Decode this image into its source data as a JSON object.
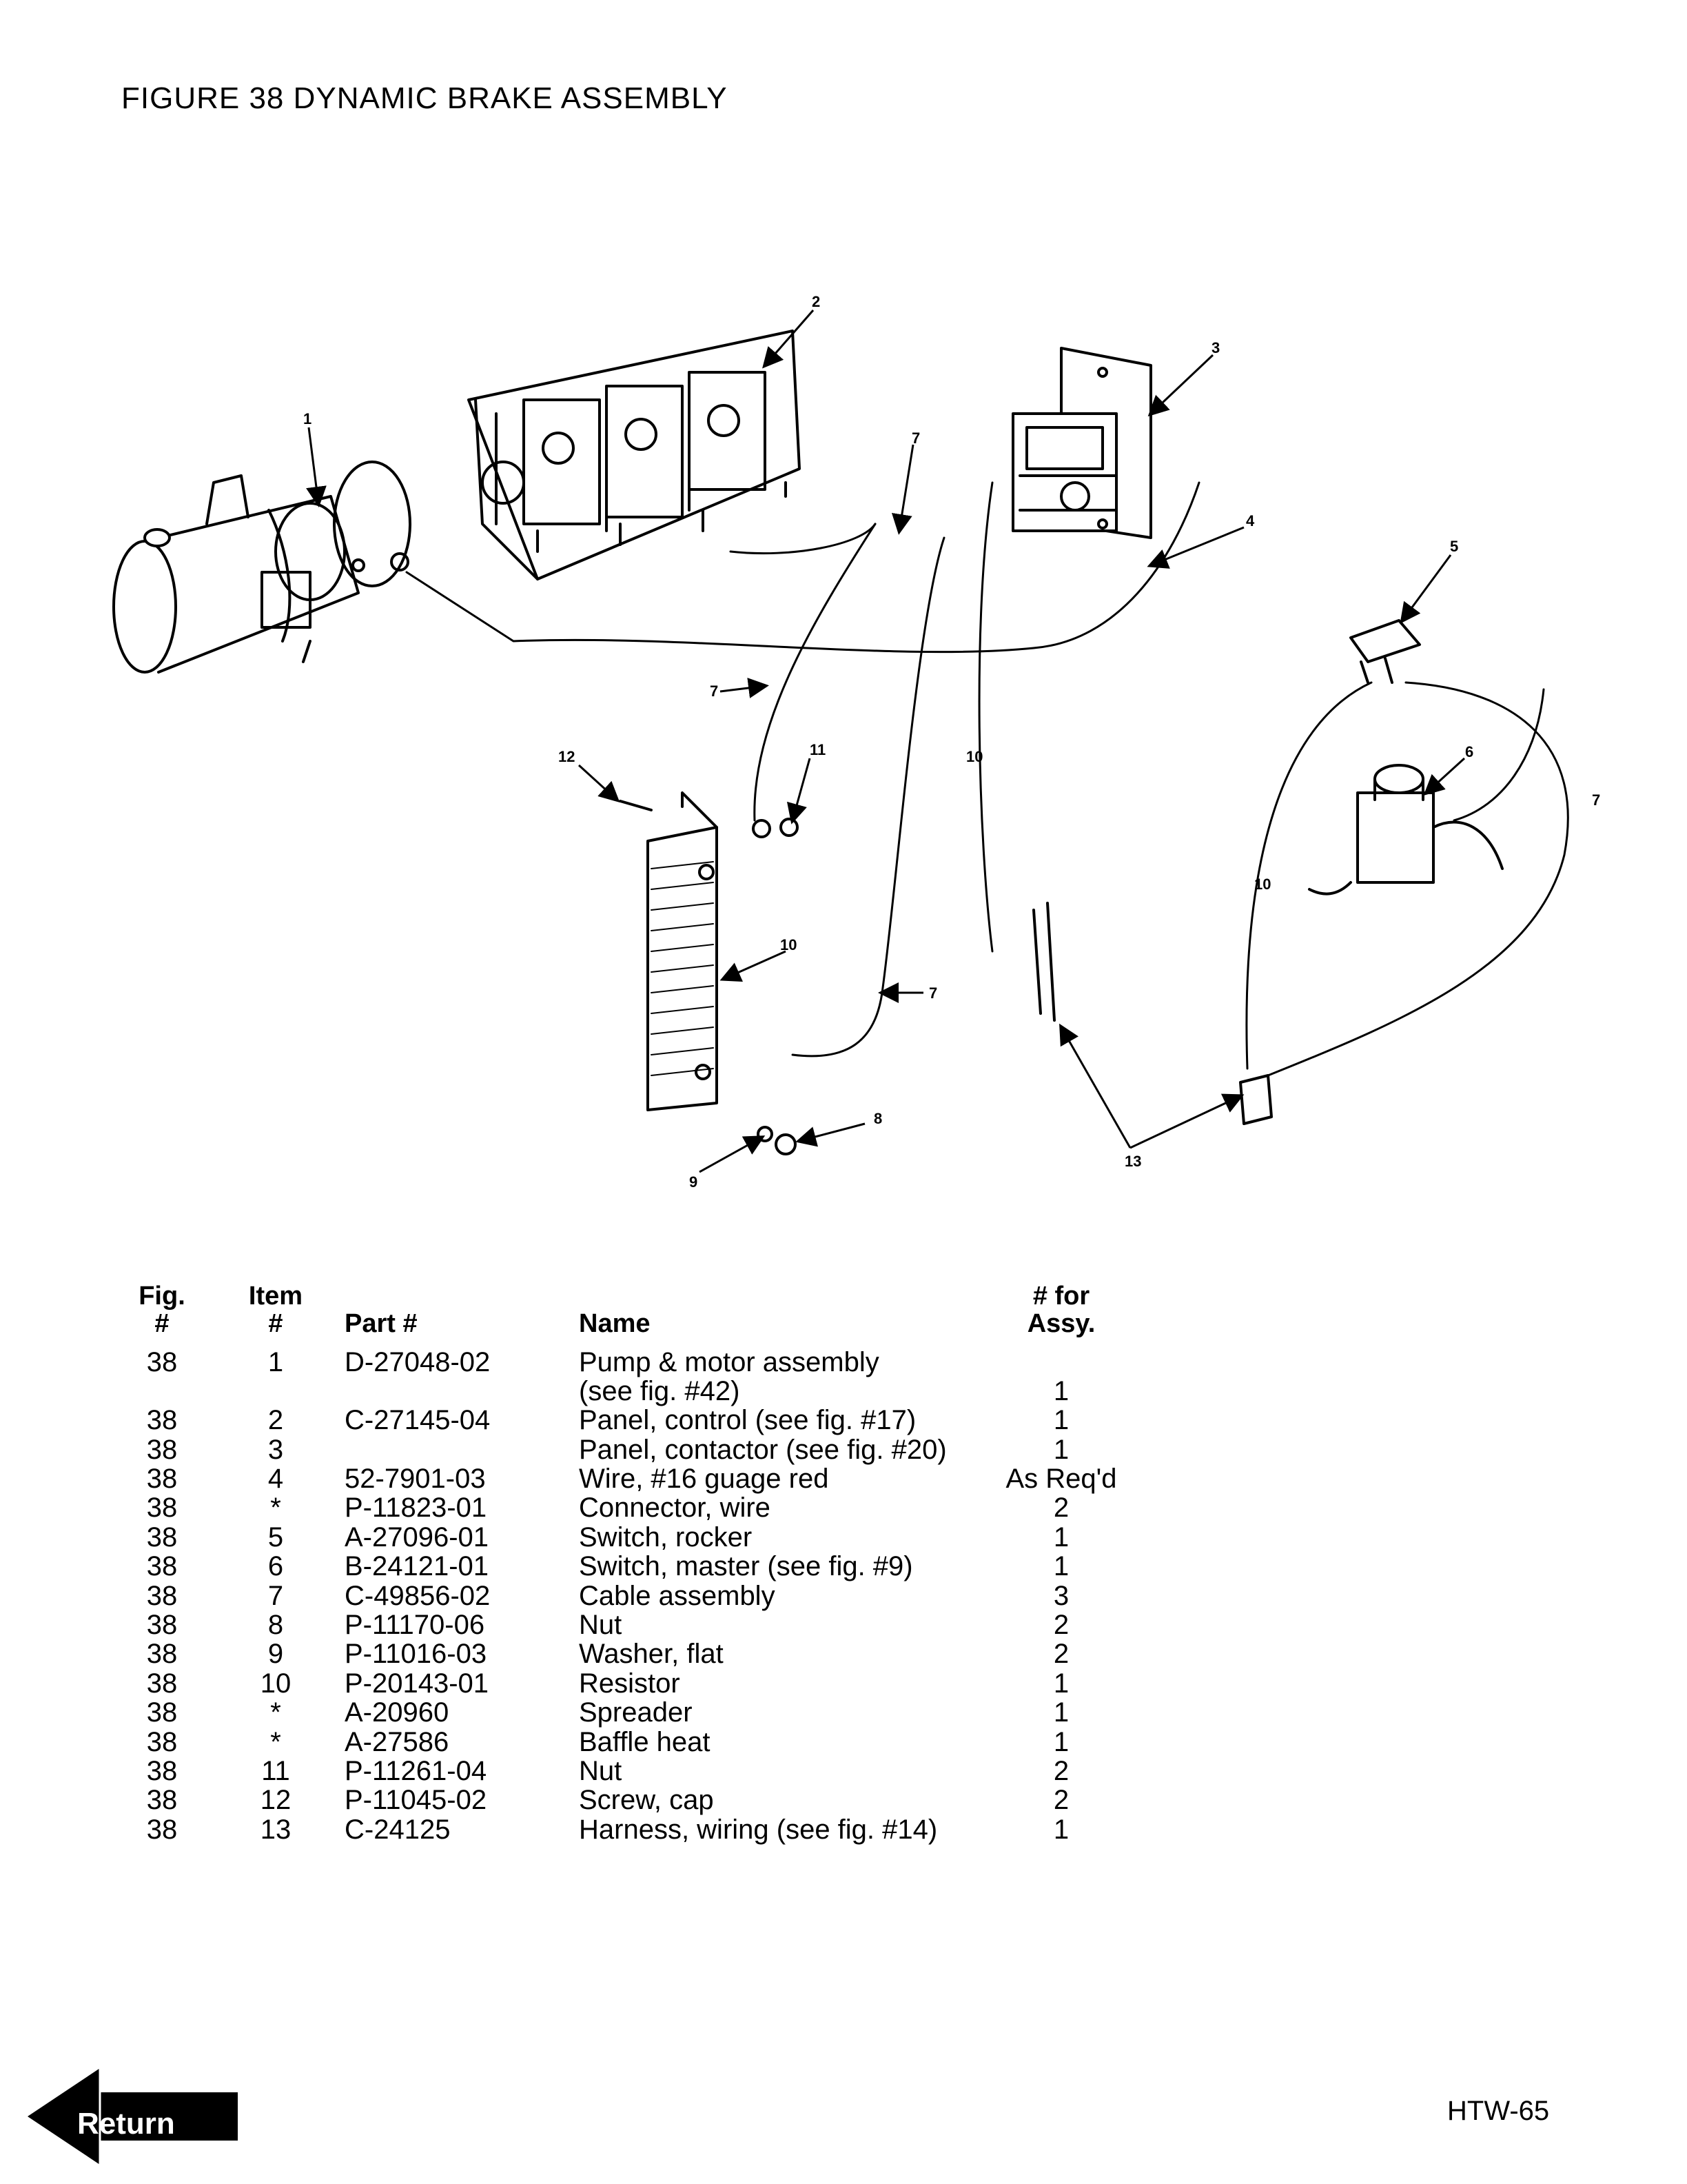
{
  "figure_title": "FIGURE 38 DYNAMIC BRAKE ASSEMBLY",
  "diagram": {
    "callouts": [
      "1",
      "2",
      "3",
      "4",
      "5",
      "6",
      "7",
      "7",
      "7",
      "7",
      "8",
      "9",
      "10",
      "10",
      "10",
      "11",
      "12",
      "13"
    ]
  },
  "table": {
    "headers": {
      "fig_line1": "Fig.",
      "fig_line2": "#",
      "item_line1": "Item",
      "item_line2": "#",
      "part": "Part #",
      "name": "Name",
      "qty_line1": "# for",
      "qty_line2": "Assy."
    },
    "rows": [
      {
        "fig": "38",
        "item": "1",
        "part": "D-27048-02",
        "name": "Pump & motor assembly",
        "name2": "(see fig. #42)",
        "qty": "1"
      },
      {
        "fig": "38",
        "item": "2",
        "part": "C-27145-04",
        "name": "Panel, control (see fig. #17)",
        "qty": "1"
      },
      {
        "fig": "38",
        "item": "3",
        "part": "",
        "name": "Panel, contactor (see fig. #20)",
        "qty": "1"
      },
      {
        "fig": "38",
        "item": "4",
        "part": "52-7901-03",
        "name": "Wire, #16 guage red",
        "qty": "As Req'd"
      },
      {
        "fig": "38",
        "item": "*",
        "part": "P-11823-01",
        "name": "Connector, wire",
        "qty": "2"
      },
      {
        "fig": "38",
        "item": "5",
        "part": "A-27096-01",
        "name": "Switch, rocker",
        "qty": "1"
      },
      {
        "fig": "38",
        "item": "6",
        "part": "B-24121-01",
        "name": "Switch, master (see fig. #9)",
        "qty": "1"
      },
      {
        "fig": "38",
        "item": "7",
        "part": "C-49856-02",
        "name": "Cable assembly",
        "qty": "3"
      },
      {
        "fig": "38",
        "item": "8",
        "part": "P-11170-06",
        "name": "Nut",
        "qty": "2"
      },
      {
        "fig": "38",
        "item": "9",
        "part": "P-11016-03",
        "name": "Washer, flat",
        "qty": "2"
      },
      {
        "fig": "38",
        "item": "10",
        "part": "P-20143-01",
        "name": "Resistor",
        "qty": "1"
      },
      {
        "fig": "38",
        "item": "*",
        "part": "A-20960",
        "name": "Spreader",
        "qty": "1"
      },
      {
        "fig": "38",
        "item": "*",
        "part": "A-27586",
        "name": "Baffle heat",
        "qty": "1"
      },
      {
        "fig": "38",
        "item": "11",
        "part": "P-11261-04",
        "name": "Nut",
        "qty": "2"
      },
      {
        "fig": "38",
        "item": "12",
        "part": "P-11045-02",
        "name": "Screw, cap",
        "qty": "2"
      },
      {
        "fig": "38",
        "item": "13",
        "part": "C-24125",
        "name": "Harness, wiring (see fig. #14)",
        "qty": "1"
      }
    ]
  },
  "nav": {
    "return_label": "Return"
  },
  "page_id": "HTW-65",
  "colors": {
    "ink": "#000000",
    "paper": "#ffffff"
  }
}
